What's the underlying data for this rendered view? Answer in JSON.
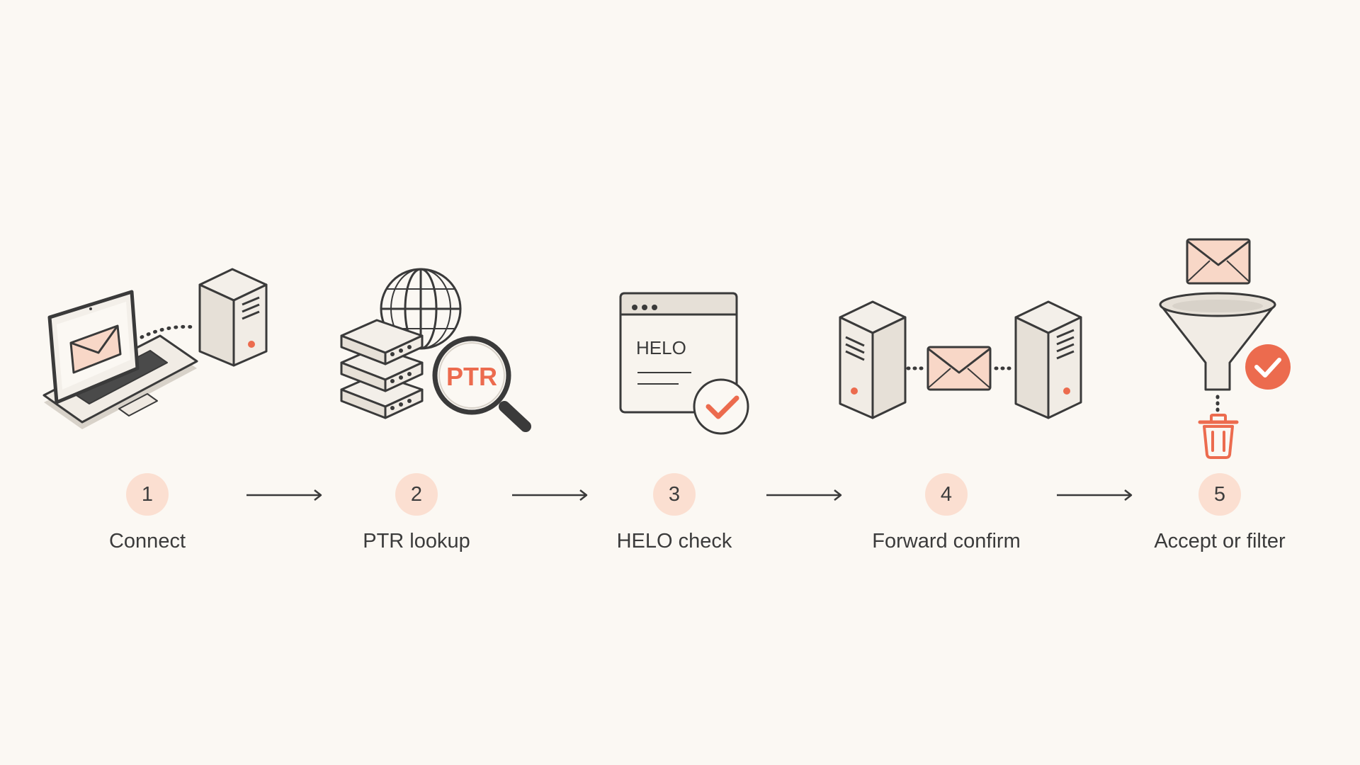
{
  "steps": [
    {
      "number": "1",
      "label": "Connect"
    },
    {
      "number": "2",
      "label": "PTR lookup"
    },
    {
      "number": "3",
      "label": "HELO check"
    },
    {
      "number": "4",
      "label": "Forward confirm"
    },
    {
      "number": "5",
      "label": "Accept or filter"
    }
  ],
  "icons": {
    "ptr_text": "PTR",
    "helo_text": "HELO"
  },
  "colors": {
    "background": "#fbf8f3",
    "accent": "#ec6b4e",
    "badge": "#fbdfd1",
    "envelope": "#f8d7c7",
    "stroke": "#3a3a3a"
  }
}
